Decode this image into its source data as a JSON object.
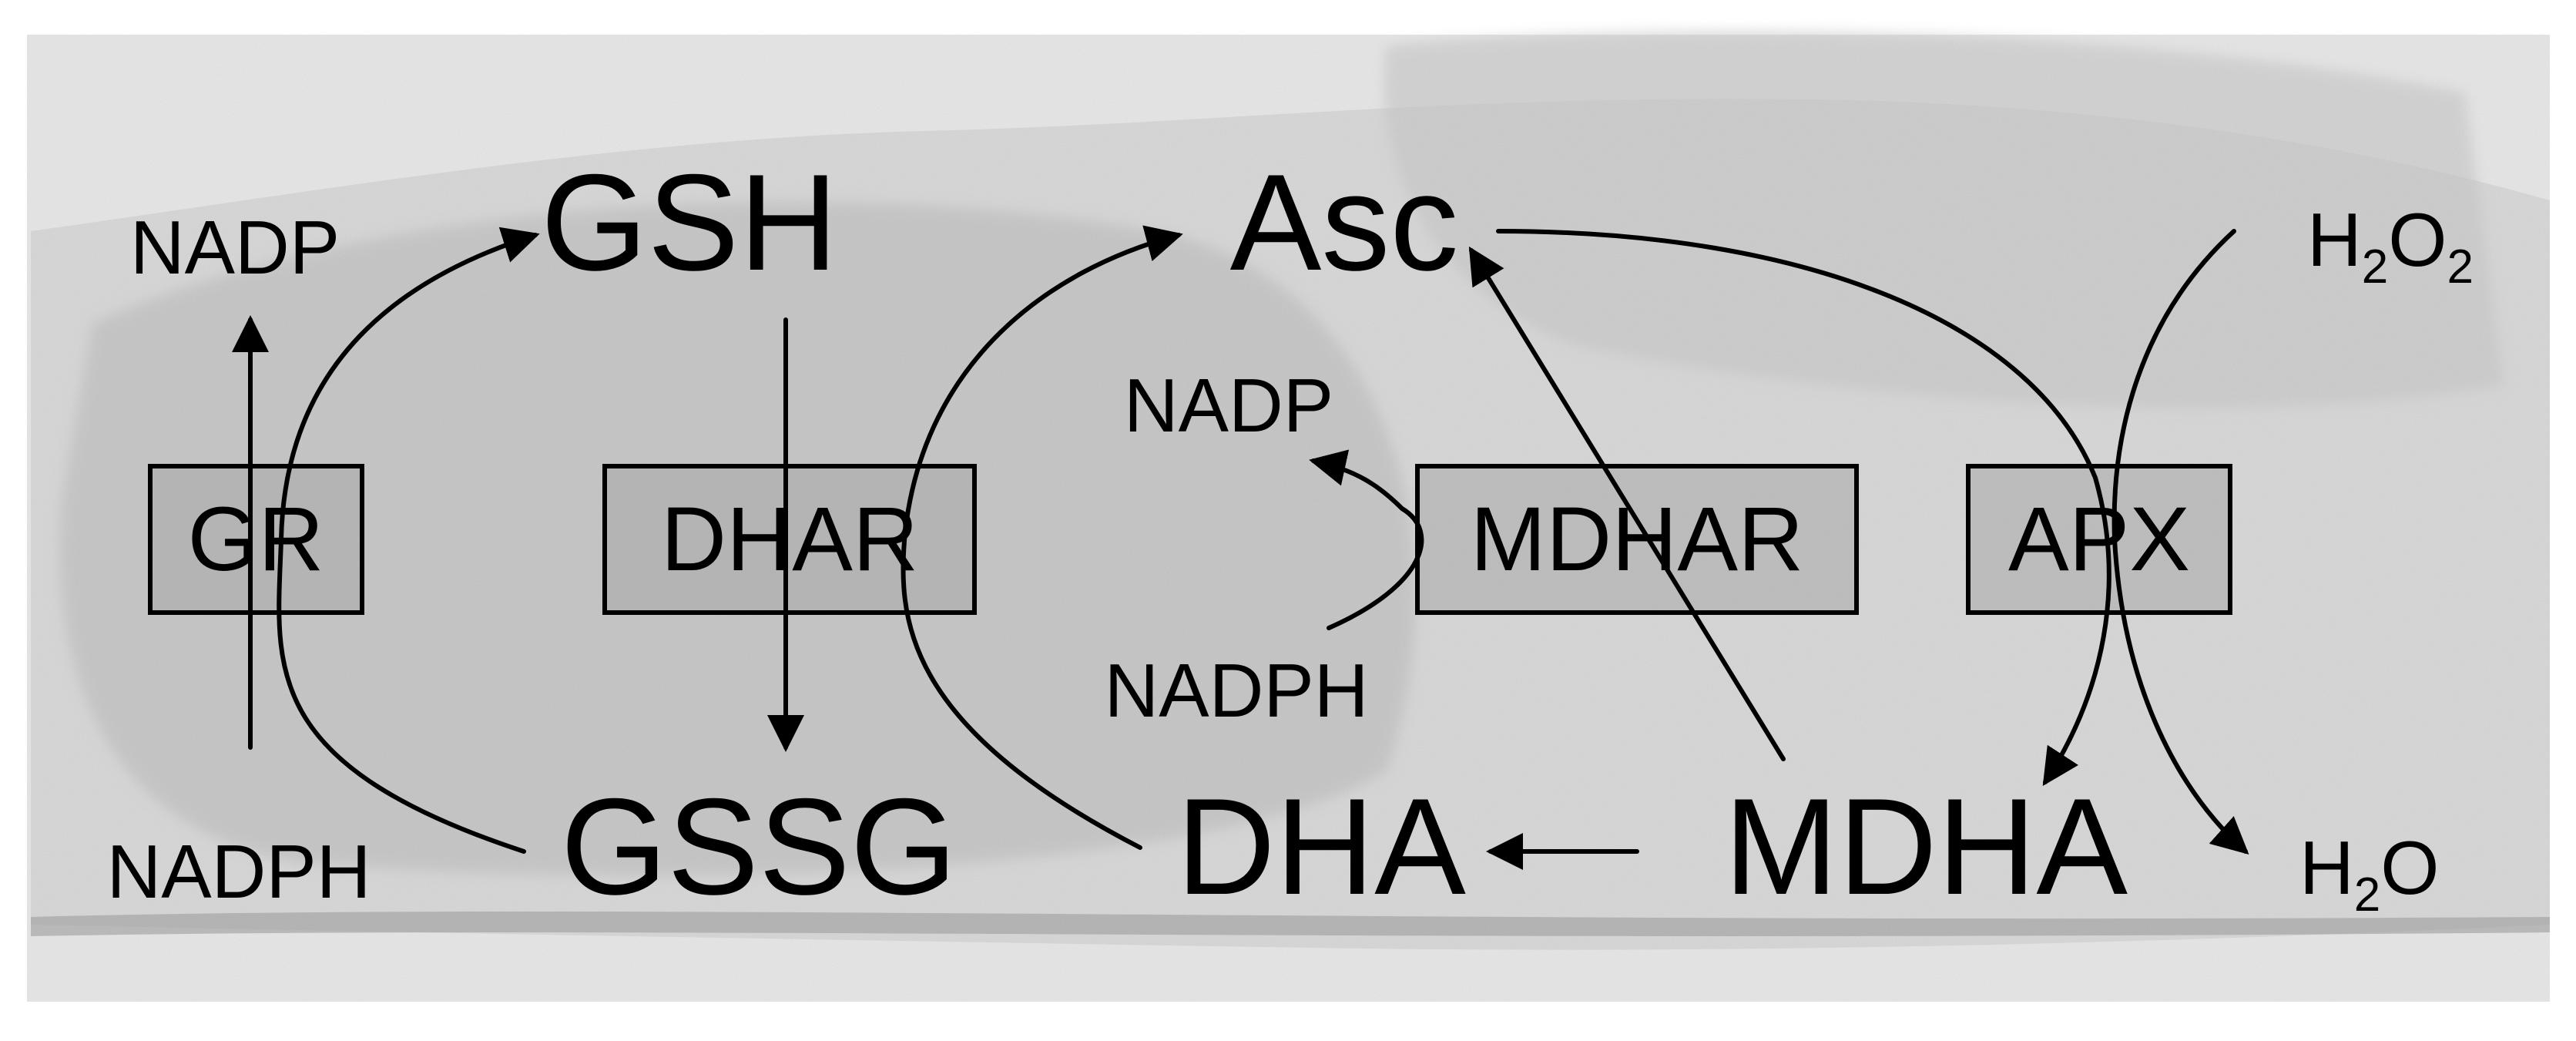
{
  "background": {
    "description_color": "#dcdcdc"
  },
  "metabolites": {
    "gsh": "GSH",
    "gssg": "GSSG",
    "asc": "Asc",
    "dha": "DHA",
    "mdha": "MDHA"
  },
  "cofactors": {
    "gr_nadp": "NADP",
    "gr_nadph": "NADPH",
    "mdhar_nadp": "NADP",
    "mdhar_nadph": "NADPH",
    "h2o2_h": "H",
    "h2o2_sub1": "2",
    "h2o2_o": "O",
    "h2o2_sub2": "2",
    "h2o_h": "H",
    "h2o_sub": "2",
    "h2o_o": "O"
  },
  "enzymes": {
    "gr": "GR",
    "dhar": "DHAR",
    "mdhar": "MDHAR",
    "apx": "APX"
  }
}
